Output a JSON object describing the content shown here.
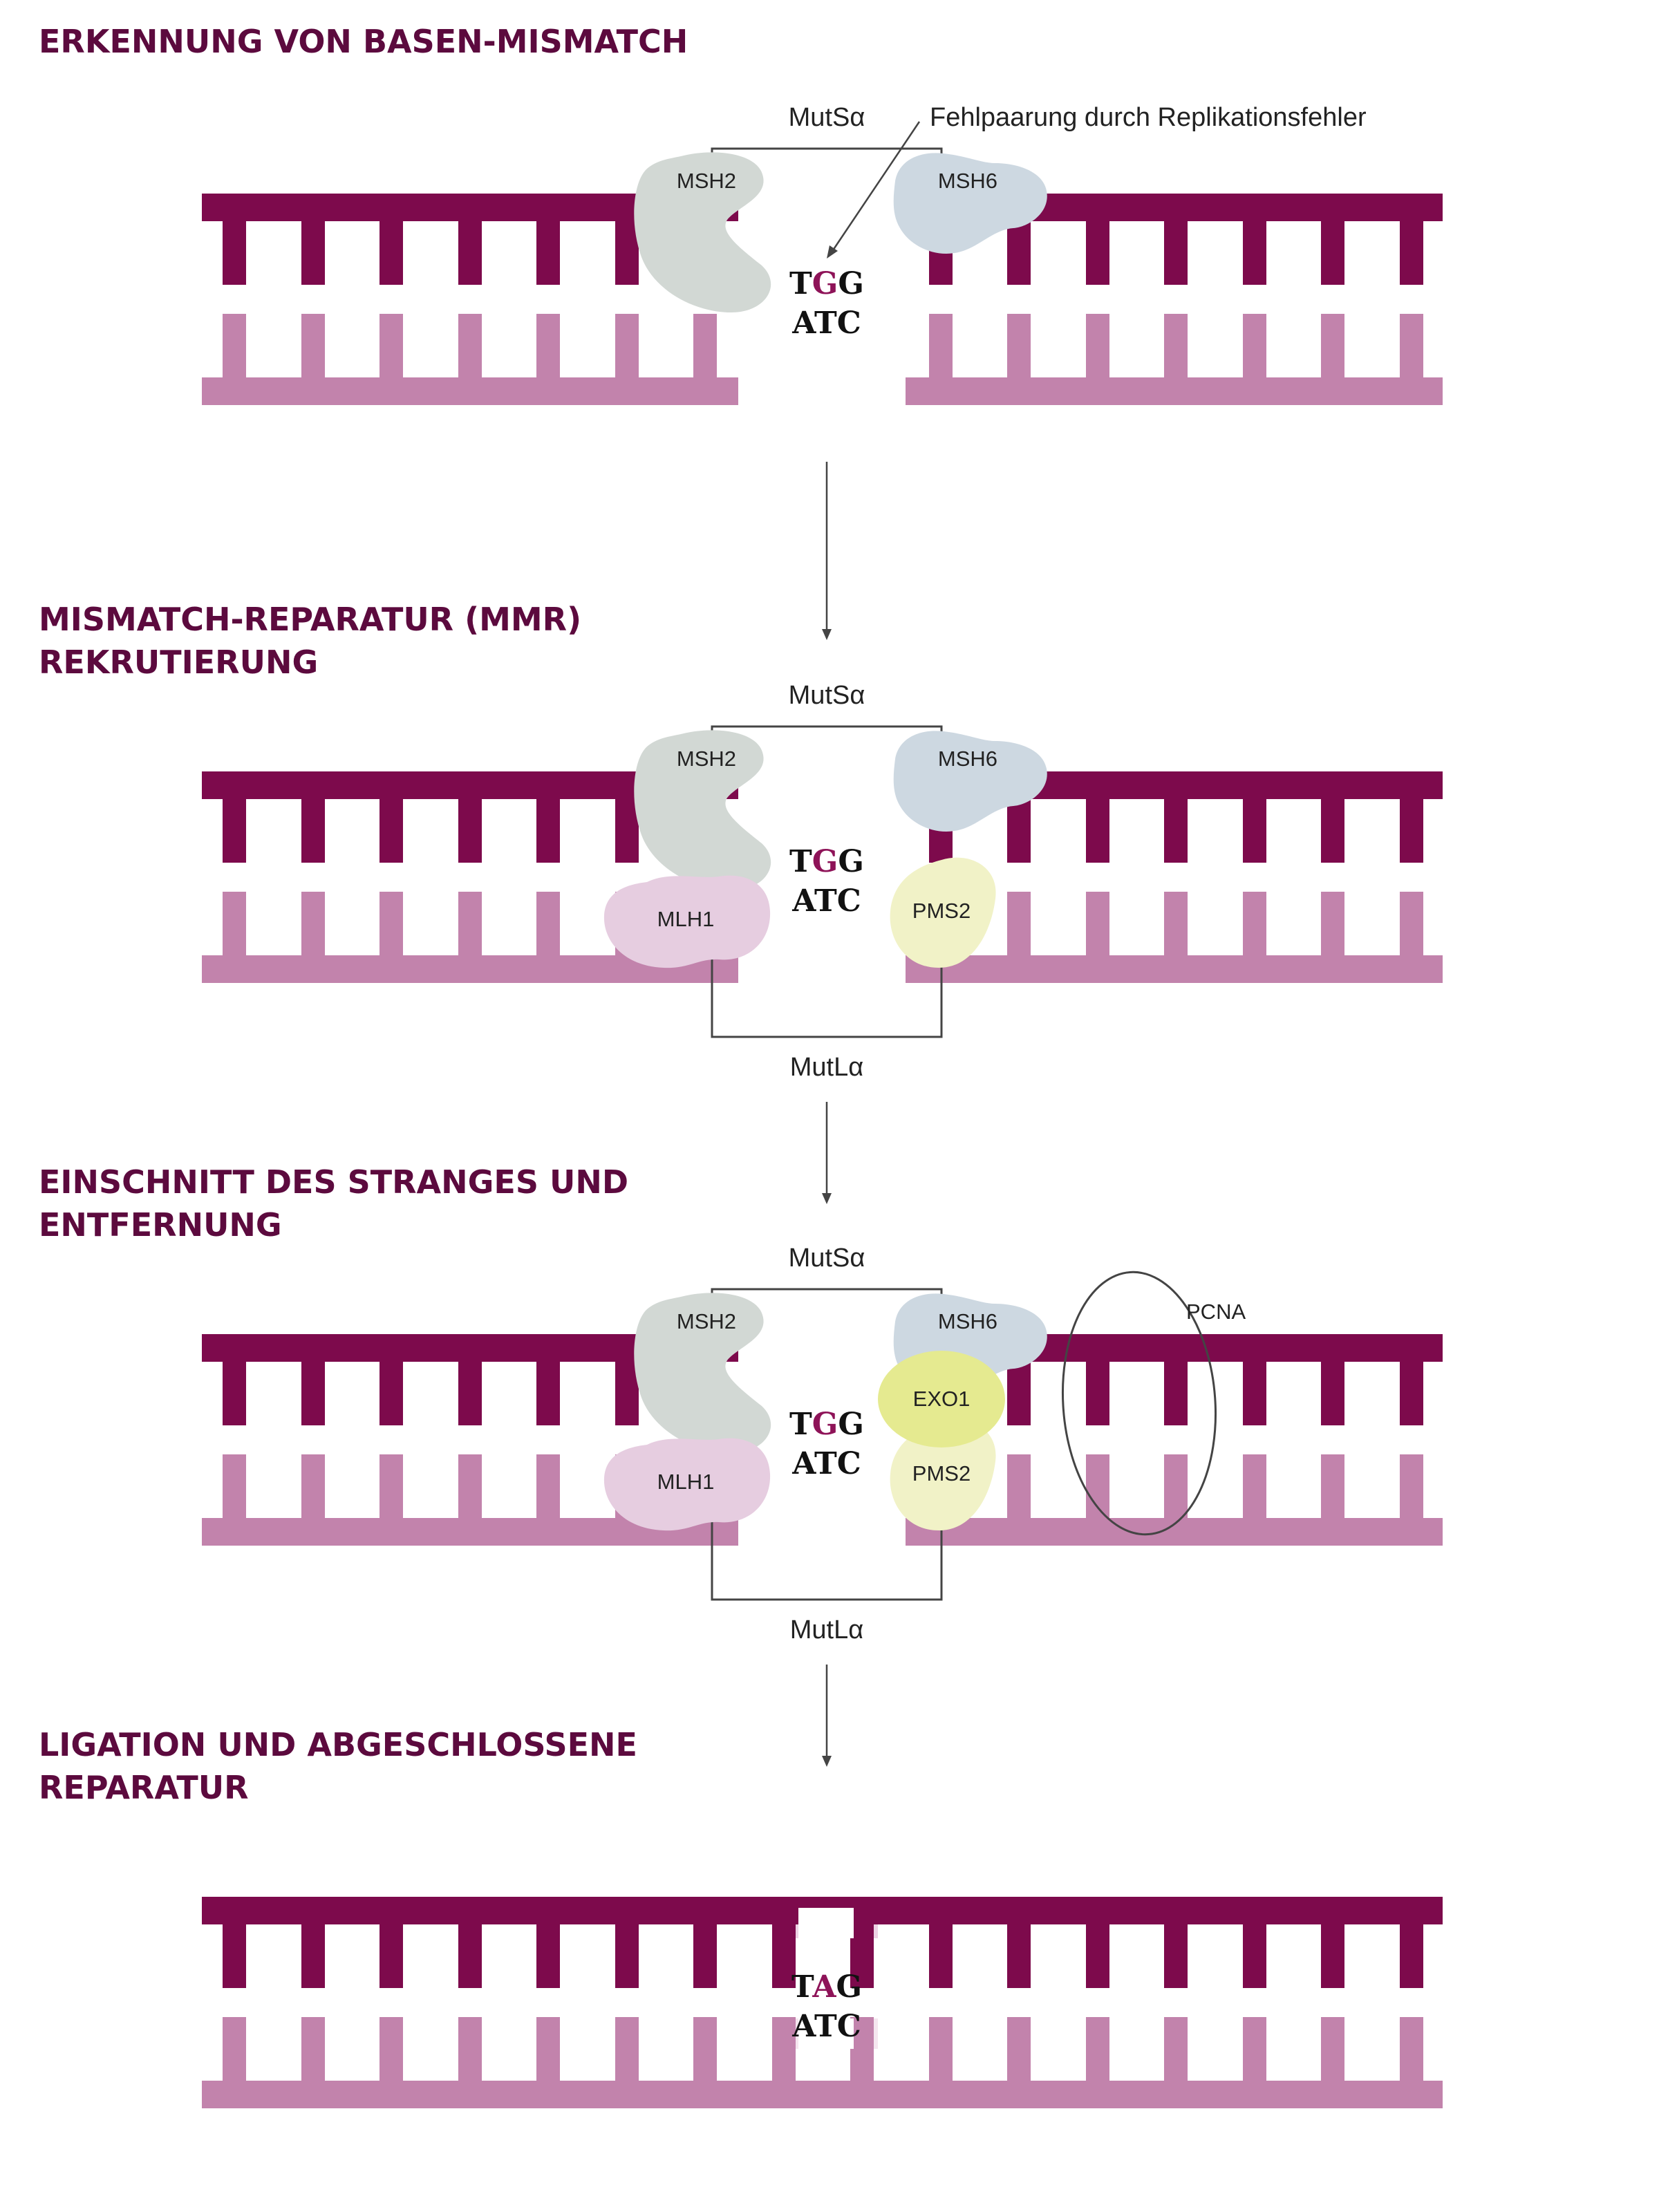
{
  "colors": {
    "heading": "#5c0a3e",
    "strand_top": "#7d0a4c",
    "strand_bottom": "#c283ac",
    "mismatch_base": "#8e1358",
    "msh2": "#d2d8d4",
    "msh6": "#cdd8e1",
    "mlh1": "#e6cde0",
    "pms2": "#f1f2c7",
    "exo1": "#e5ea90",
    "repair_patch": "#edd2e4"
  },
  "panels": [
    {
      "heading": [
        "ERKENNUNG VON BASEN-MISMATCH"
      ],
      "mutsa": "MutSα",
      "annotation": "Fehlpaarung durch Replikationsfehler",
      "msh2": "MSH2",
      "msh6": "MSH6",
      "bases_top": [
        "T",
        "G",
        "G"
      ],
      "bases_bottom": "ATC"
    },
    {
      "heading": [
        "MISMATCH-REPARATUR (MMR)",
        "REKRUTIERUNG"
      ],
      "mutsa": "MutSα",
      "mutla": "MutLα",
      "msh2": "MSH2",
      "msh6": "MSH6",
      "mlh1": "MLH1",
      "pms2": "PMS2",
      "bases_top": [
        "T",
        "G",
        "G"
      ],
      "bases_bottom": "ATC"
    },
    {
      "heading": [
        "EINSCHNITT DES STRANGES UND",
        "ENTFERNUNG"
      ],
      "mutsa": "MutSα",
      "mutla": "MutLα",
      "msh2": "MSH2",
      "msh6": "MSH6",
      "mlh1": "MLH1",
      "pms2": "PMS2",
      "exo1": "EXO1",
      "pcna": "PCNA",
      "bases_top": [
        "T",
        "G",
        "G"
      ],
      "bases_bottom": "ATC"
    },
    {
      "heading": [
        "LIGATION UND ABGESCHLOSSENE",
        "REPARATUR"
      ],
      "bases_top": [
        "T",
        "A",
        "G"
      ],
      "bases_bottom": "ATC"
    }
  ]
}
